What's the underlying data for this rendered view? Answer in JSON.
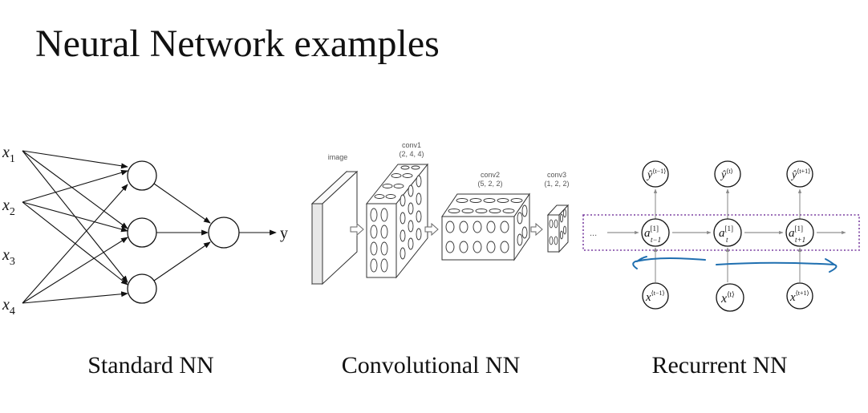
{
  "title": "Neural Network examples",
  "standard_nn": {
    "inputs": [
      {
        "var": "x",
        "sub": "1"
      },
      {
        "var": "x",
        "sub": "2"
      },
      {
        "var": "x",
        "sub": "3"
      },
      {
        "var": "x",
        "sub": "4"
      }
    ],
    "output": "y",
    "caption": "Standard NN"
  },
  "conv_nn": {
    "labels": {
      "image": "image",
      "conv1": "conv1",
      "conv1_shape": "(2, 4, 4)",
      "conv2": "conv2",
      "conv2_shape": "(5, 2, 2)",
      "conv3": "conv3",
      "conv3_shape": "(1, 2, 2)"
    },
    "caption": "Convolutional NN"
  },
  "recurrent_nn": {
    "ellipsis": "...",
    "outputs": [
      {
        "var": "ŷ",
        "sup": "⟨t−1⟩"
      },
      {
        "var": "ŷ",
        "sup": "⟨t⟩"
      },
      {
        "var": "ŷ",
        "sup": "⟨t+1⟩"
      }
    ],
    "hidden": [
      {
        "var": "a",
        "sup": "[1]",
        "sub": "t−1"
      },
      {
        "var": "a",
        "sup": "[1]",
        "sub": "t"
      },
      {
        "var": "a",
        "sup": "[1]",
        "sub": "t+1"
      }
    ],
    "inputs": [
      {
        "var": "x",
        "sup": "⟨t−1⟩"
      },
      {
        "var": "x",
        "sup": "⟨t⟩"
      },
      {
        "var": "x",
        "sup": "⟨t+1⟩"
      }
    ],
    "caption": "Recurrent NN"
  },
  "colors": {
    "ink": "#111111",
    "highlight_box": "#7a3fa0",
    "annotation": "#1f6fb0"
  }
}
